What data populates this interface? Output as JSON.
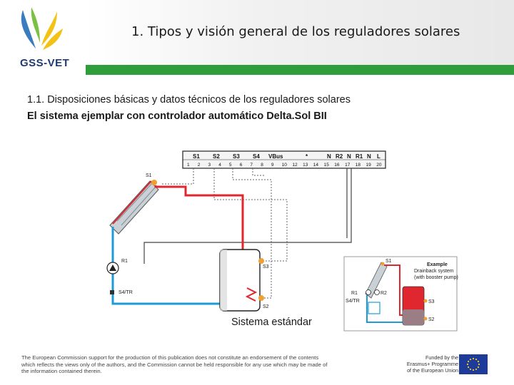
{
  "header": {
    "title": "1. Tipos y visión general de los reguladores solares",
    "logo_text": "GSS-VET",
    "colors": {
      "green_bar": "#2e9e3a",
      "logo_blue": "#1f3b73",
      "logo_green": "#7cc142",
      "logo_yellow": "#f2c314"
    }
  },
  "content": {
    "subtitle": "1.1. Disposiciones básicas y datos técnicos de los reguladores solares",
    "heading": "El sistema ejemplar con controlador automático Delta.Sol BII",
    "caption": "Sistema estándar"
  },
  "diagram": {
    "terminal_groups": [
      "S1",
      "S2",
      "S3",
      "S4",
      "VBus",
      "*",
      "N",
      "R2",
      "N",
      "R1",
      "N",
      "L"
    ],
    "terminal_numbers": [
      "1",
      "2",
      "3",
      "4",
      "5",
      "6",
      "7",
      "8",
      "9",
      "10",
      "12",
      "13",
      "14",
      "15",
      "16",
      "17",
      "18",
      "19",
      "20"
    ],
    "labels": {
      "s1": "S1",
      "r1": "R1",
      "s4tr": "S4/TR",
      "s3": "S3",
      "s2": "S2"
    },
    "inset": {
      "title_lines": [
        "Example",
        "Drainback system",
        "(with booster pump)"
      ],
      "labels": {
        "s1": "S1",
        "r1r2": "R1",
        "r2": "R2",
        "s4tr": "S4/TR",
        "s3": "S3",
        "s2": "S2"
      }
    },
    "colors": {
      "hot": "#e0262e",
      "cold": "#1e9bd7",
      "sensor": "#f0a030",
      "panel": "#9aa6b0"
    }
  },
  "footer": {
    "disclaimer": "The European Commission support for the production of this publication does not constitute an endorsement of the contents which reflects the views only of the authors, and the Commission cannot be held responsible for any use which may be made of the information contained therein.",
    "erasmus_lines": [
      "Funded by the",
      "Erasmus+ Programme",
      "of the European Union"
    ]
  }
}
